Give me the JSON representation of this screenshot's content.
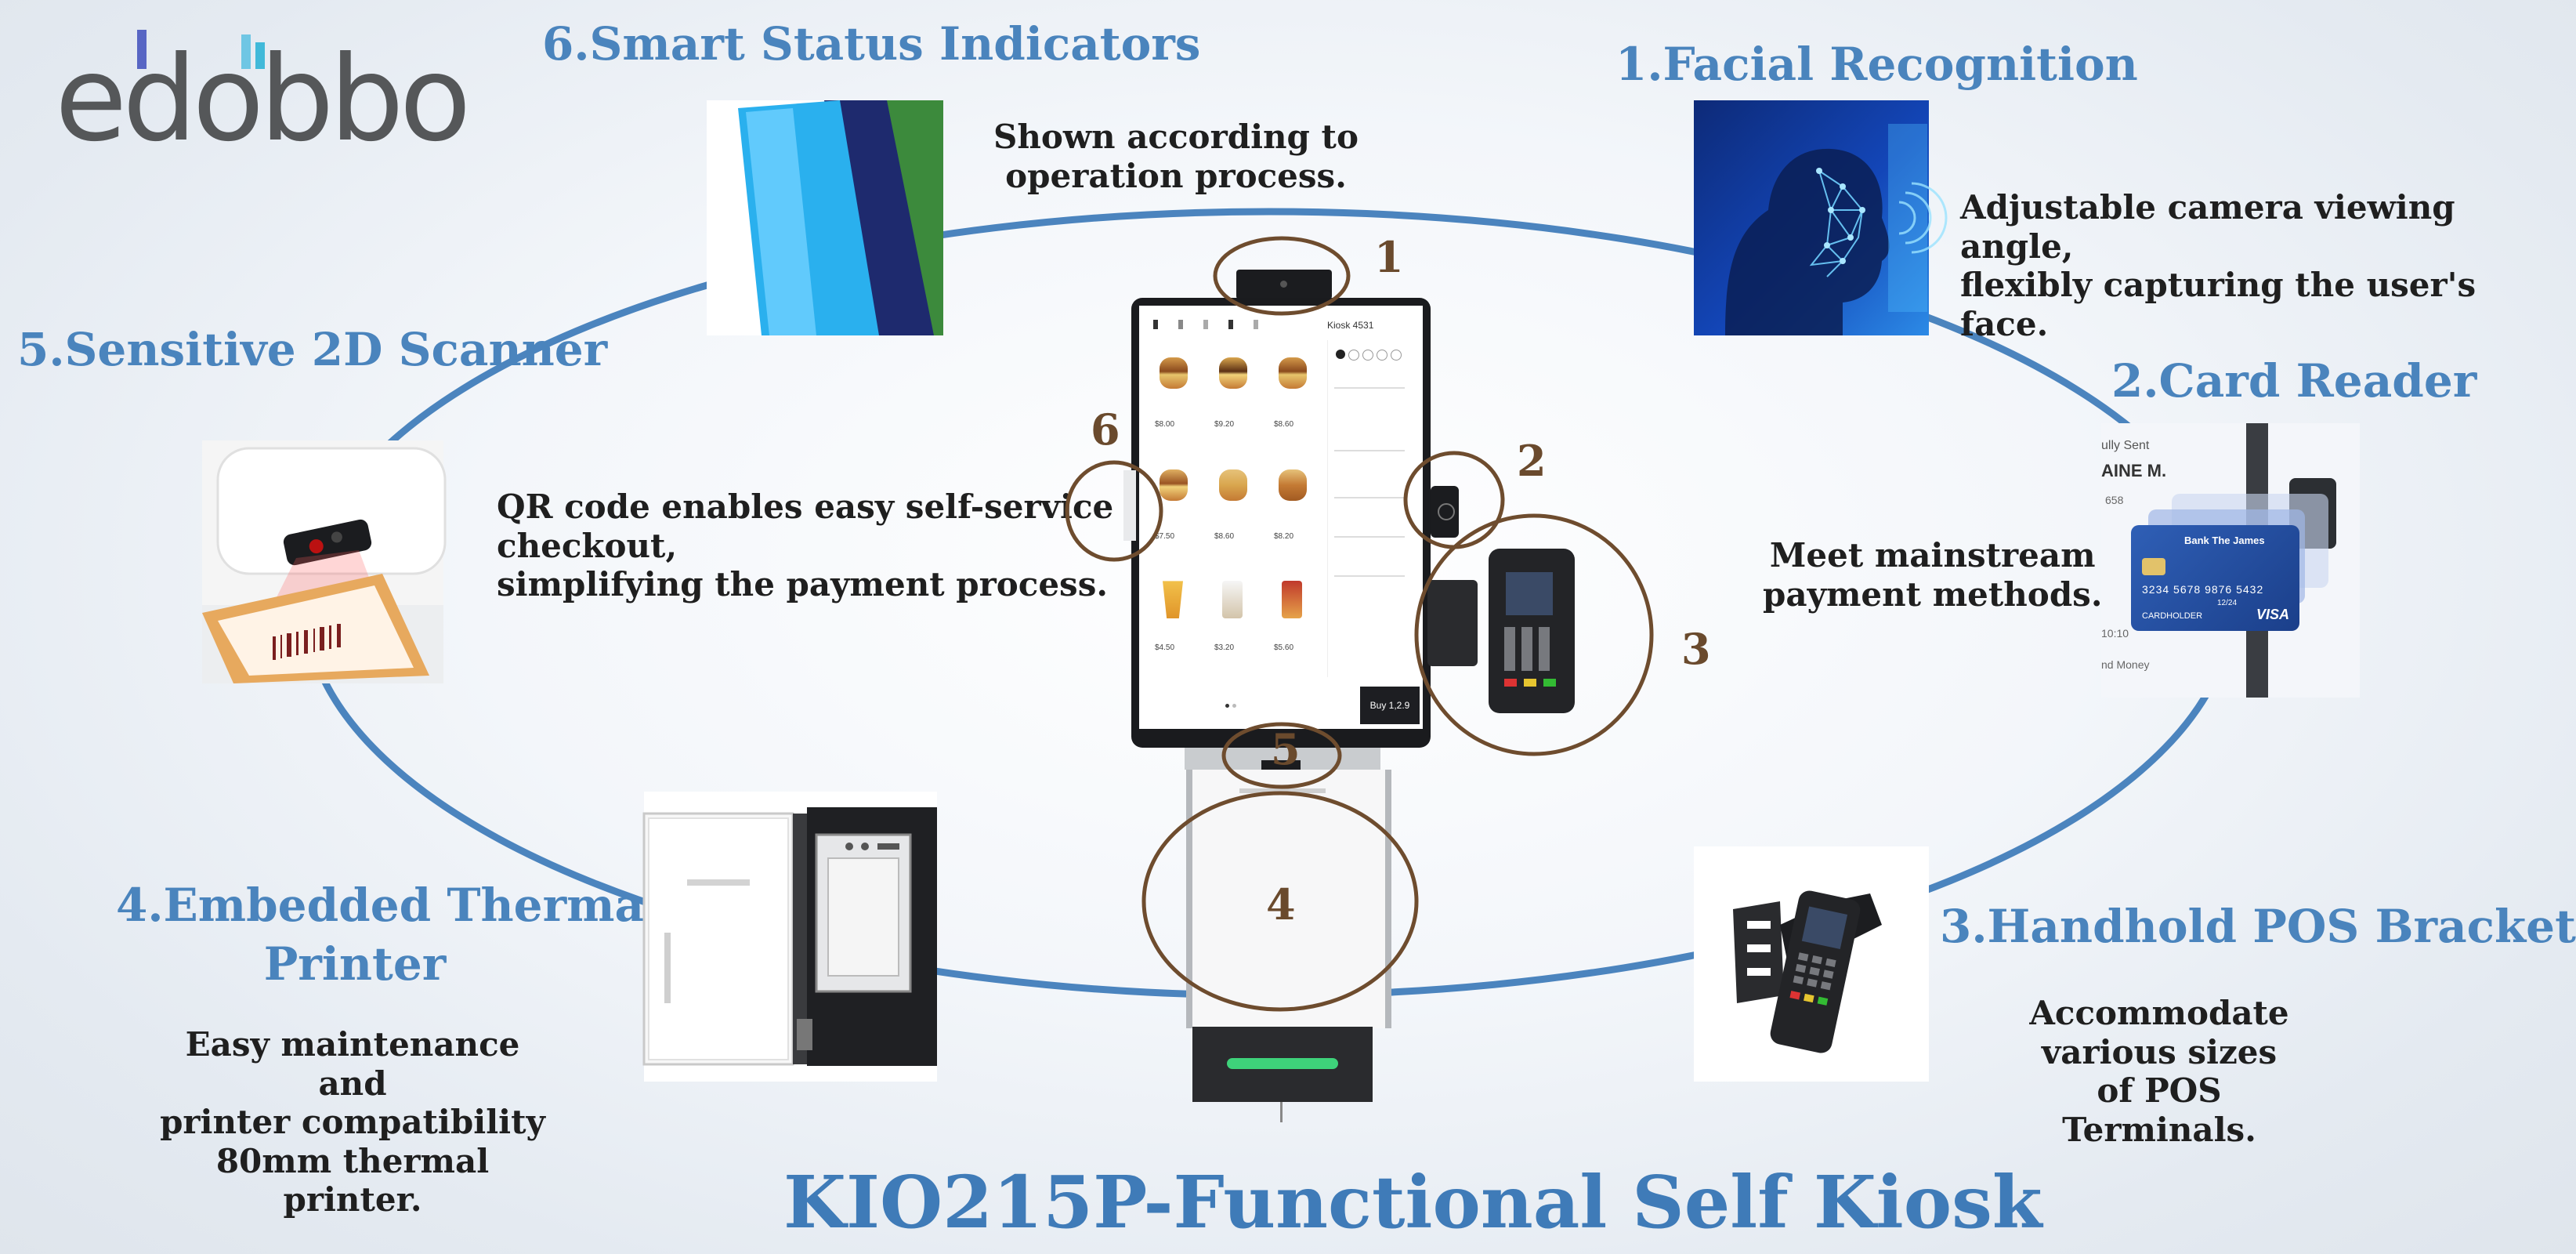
{
  "brand": {
    "logo_text": "edobbo",
    "accent_color": "#4a84bd",
    "brand_colors": [
      "#4e66c0",
      "#3fb6d8",
      "#6ac7e8"
    ]
  },
  "title": "KIO215P-Functional Self Kiosk",
  "features": [
    {
      "title": "1.Facial Recognition",
      "description": [
        "Adjustable camera viewing angle,",
        "flexibly capturing the user's face."
      ],
      "icon": "facial-recognition-photo"
    },
    {
      "title": "2.Card Reader",
      "description": [
        "Meet mainstream",
        "payment methods."
      ],
      "icon": "card-reader-photo"
    },
    {
      "title": "3.Handhold POS Bracket",
      "description": [
        "Accommodate various sizes",
        "of POS Terminals."
      ],
      "icon": "pos-bracket-photo"
    },
    {
      "title_lines": [
        "4.Embedded Thermal",
        "Printer"
      ],
      "description": [
        "Easy maintenance and",
        "printer compatibility",
        "80mm thermal printer."
      ],
      "icon": "thermal-printer-photo"
    },
    {
      "title": "5.Sensitive 2D Scanner",
      "description": [
        "QR code enables easy self-service",
        "checkout,",
        "simplifying the payment process."
      ],
      "icon": "scanner-photo"
    },
    {
      "title": "6.Smart Status Indicators",
      "description": [
        "Shown according to",
        "operation process."
      ],
      "icon": "status-light-photo"
    }
  ],
  "callout_numbers": [
    "1",
    "2",
    "3",
    "4",
    "5",
    "6"
  ],
  "card_photo": {
    "name_fragment": "AINE M.",
    "top_fragment": "ully Sent",
    "amount_fragment": "658",
    "card_number": "3234 5678 9876 5432",
    "expiry": "12/24",
    "holder": "CARDHOLDER",
    "bank": "Bank The James",
    "network": "VISA",
    "bottom_fragment": "nd Money",
    "time_fragment": "10:10"
  },
  "screen": {
    "header_text": "Kiosk 4531",
    "bottom_button": "Buy 1,2.9",
    "prices": [
      "$8.00",
      "$9.20",
      "$8.60",
      "$7.50",
      "$8.60",
      "$8.20",
      "$4.50",
      "$3.20",
      "$5.60"
    ]
  }
}
